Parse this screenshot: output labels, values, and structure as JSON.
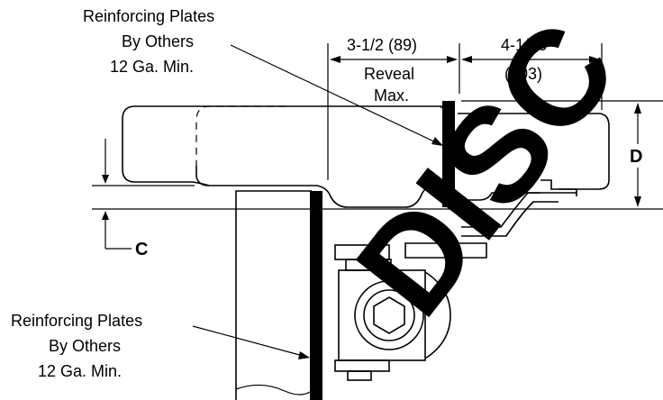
{
  "diagram": {
    "callout_top": {
      "line1": "Reinforcing Plates",
      "line2": "By Others",
      "line3": "12 Ga. Min."
    },
    "callout_bottom": {
      "line1": "Reinforcing Plates",
      "line2": "By Others",
      "line3": "12 Ga. Min."
    },
    "dim_reveal": {
      "value": "3-1/2 (89)",
      "line2": "Reveal",
      "line3": "Max."
    },
    "dim_right": {
      "line1": "4-1/16",
      "line2": "(103)"
    },
    "label_c": "C",
    "label_d": "D",
    "watermark": "DISC",
    "watermark_color": "#000000"
  }
}
